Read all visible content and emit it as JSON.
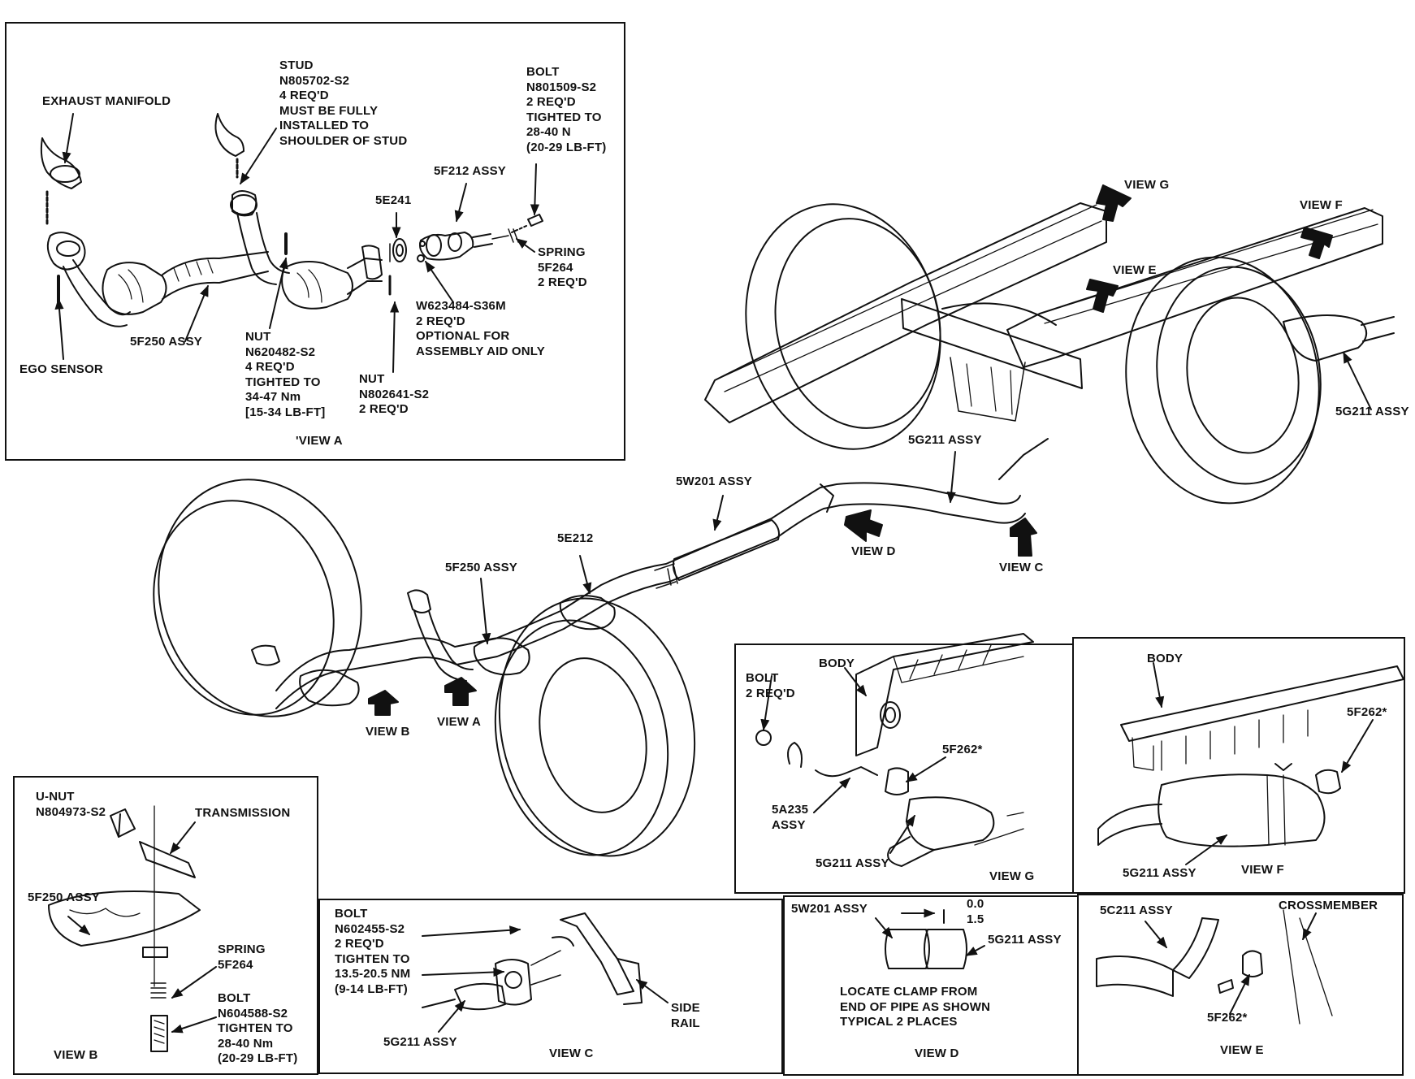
{
  "colors": {
    "ink": "#111111",
    "paper": "#ffffff"
  },
  "views": {
    "a": {
      "caption": "'VIEW A",
      "exhaust_manifold": "EXHAUST MANIFOLD",
      "ego_sensor": "EGO SENSOR",
      "assy_5f250": "5F250 ASSY",
      "stud": "STUD\nN805702-S2\n4 REQ'D\nMUST BE FULLY\nINSTALLED TO\nSHOULDER OF STUD",
      "nut_1": "NUT\nN620482-S2\n4 REQ'D\nTIGHTED TO\n34-47 Nm\n[15-34 LB-FT]",
      "part_5e241": "5E241",
      "nut_2": "NUT\nN802641-S2\n2 REQ'D",
      "assy_5f212": "5F212 ASSY",
      "washer": "W623484-S36M\n2 REQ'D\nOPTIONAL FOR\nASSEMBLY AID ONLY",
      "bolt": "BOLT\nN801509-S2\n2 REQ'D\nTIGHTED TO\n28-40 N\n(20-29 LB-FT)",
      "spring": "SPRING\n5F264\n2 REQ'D"
    },
    "main": {
      "view_g": "VIEW G",
      "view_f": "VIEW F",
      "view_e": "VIEW E",
      "assy_5g211_right": "5G211 ASSY",
      "assy_5g211_mid": "5G211 ASSY",
      "assy_5w201": "5W201 ASSY",
      "part_5e212": "5E212",
      "assy_5f250": "5F250 ASSY",
      "view_d": "VIEW D",
      "view_c": "VIEW C",
      "view_a": "VIEW A",
      "view_b": "VIEW B"
    },
    "g": {
      "caption": "VIEW G",
      "body": "BODY",
      "bolt": "BOLT\n2 REQ'D",
      "part_5f262": "5F262*",
      "assy_5a235": "5A235\nASSY",
      "assy_5g211": "5G211 ASSY"
    },
    "f": {
      "caption": "VIEW F",
      "body": "BODY",
      "part_5f262": "5F262*",
      "assy_5g211": "5G211 ASSY"
    },
    "b": {
      "caption": "VIEW B",
      "unut": "U-NUT\nN804973-S2",
      "transmission": "TRANSMISSION",
      "assy_5f250": "5F250 ASSY",
      "spring": "SPRING\n5F264",
      "bolt": "BOLT\nN604588-S2\nTIGHTEN TO\n28-40 Nm\n(20-29 LB-FT)"
    },
    "c": {
      "caption": "VIEW C",
      "bolt": "BOLT\nN602455-S2\n2 REQ'D\nTIGHTEN TO\n13.5-20.5 NM\n(9-14 LB-FT)",
      "assy_5g211": "5G211 ASSY",
      "side_rail": "SIDE\nRAIL"
    },
    "d": {
      "caption": "VIEW D",
      "assy_5w201": "5W201 ASSY",
      "dim": "0.0\n1.5",
      "assy_5g211": "5G211 ASSY",
      "note": "LOCATE CLAMP FROM\nEND OF PIPE AS SHOWN\nTYPICAL 2 PLACES"
    },
    "e": {
      "caption": "VIEW E",
      "assy_5c211": "5C211 ASSY",
      "crossmember": "CROSSMEMBER",
      "part_5f262": "5F262*"
    }
  }
}
